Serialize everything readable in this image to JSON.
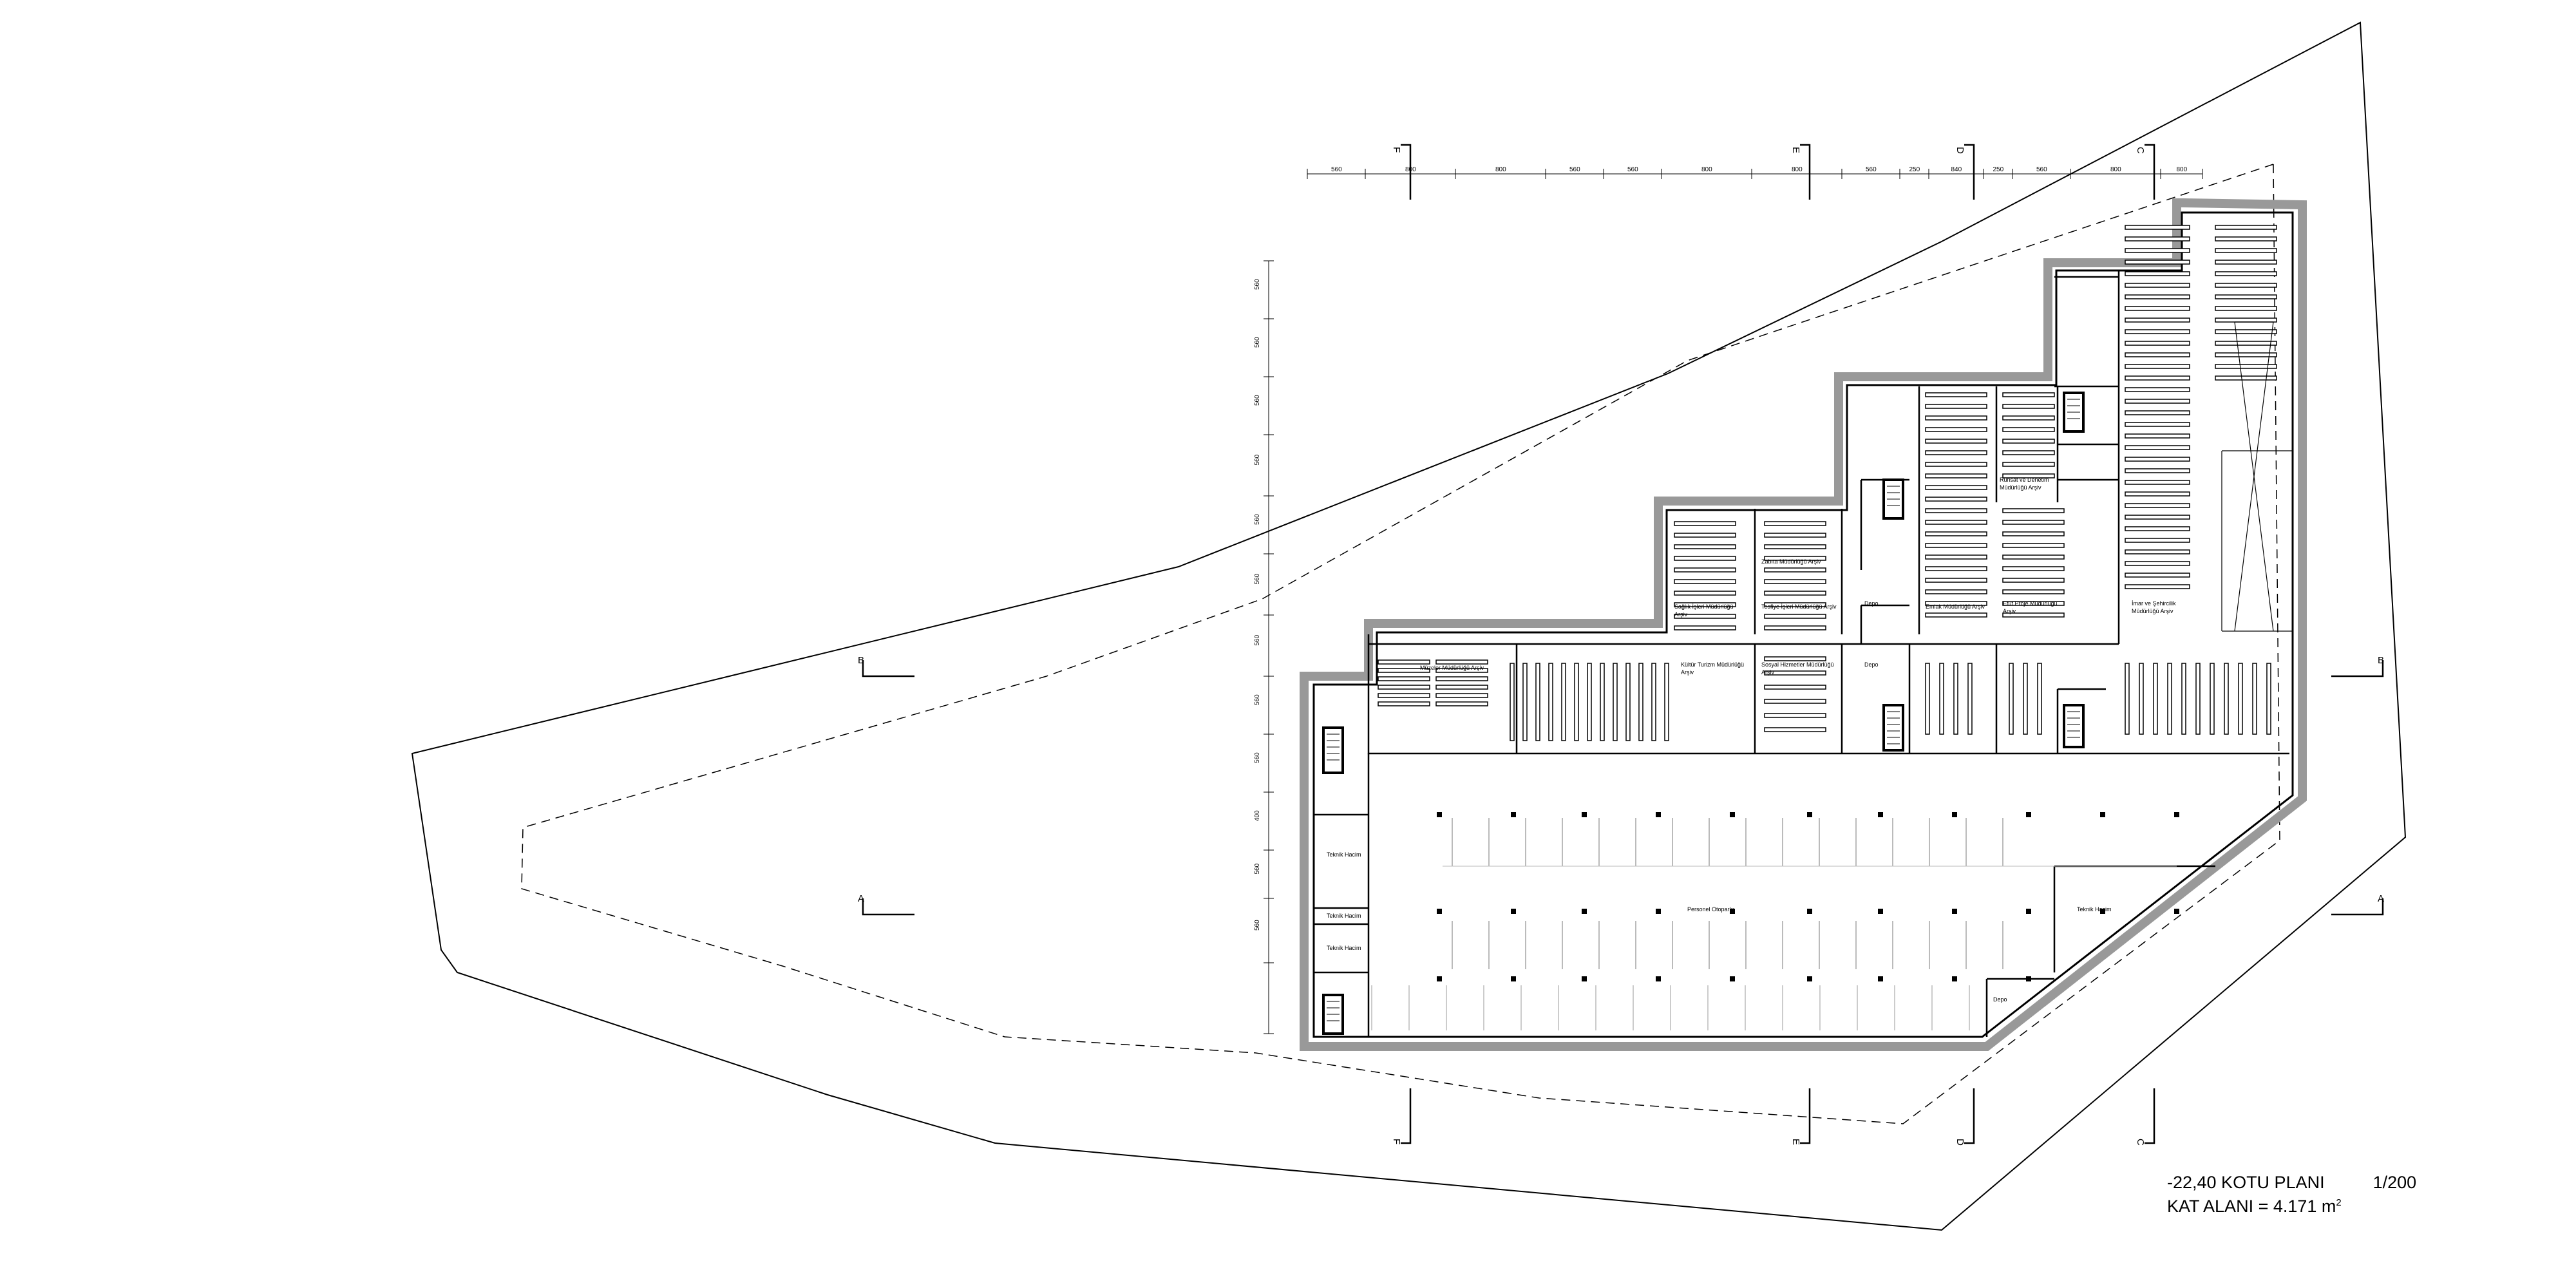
{
  "title_block": {
    "plan_name": "-22,40 KOTU PLANI",
    "scale": "1/200",
    "area_prefix": "KAT ALANI = 4.171 m",
    "area_sup": "2"
  },
  "axes": {
    "top": [
      "F",
      "E",
      "D",
      "C"
    ],
    "bottom": [
      "F",
      "E",
      "D",
      "C"
    ]
  },
  "sections": {
    "b_left": "B",
    "b_right": "B",
    "a_left": "A",
    "a_right": "A"
  },
  "dimensions": {
    "top": [
      "560",
      "800",
      "800",
      "560",
      "560",
      "800",
      "800",
      "560",
      "250",
      "840",
      "250",
      "560",
      "800",
      "800"
    ],
    "left": [
      "560",
      "560",
      "560",
      "560",
      "560",
      "560",
      "560",
      "560",
      "560",
      "400",
      "560",
      "560"
    ]
  },
  "rooms": {
    "teknik_1": "Teknik Hacim",
    "teknik_2": "Teknik Hacim",
    "teknik_3": "Teknik Hacim",
    "teknik_4": "Teknik Hacim",
    "otopark": "Personel Otoparkı",
    "depo_1": "Depo",
    "depo_2": "Depo",
    "depo_3": "Depo",
    "muze_arsiv": "Müzeler Müdürlüğü Arşiv",
    "kultur_arsiv_1": "Kültür Turizm Müdürlüğü",
    "kultur_arsiv_2": "Arşiv",
    "sosyal_arsiv_1": "Sosyal Hizmetler Müdürlüğü",
    "sosyal_arsiv_2": "Arşiv",
    "saglik_arsiv_1": "Sağlık İşleri Müdürlüğü",
    "saglik_arsiv_2": "Arşiv",
    "tesfiye_arsiv": "Tesfiye İşleri Müdürlüğü Arşiv",
    "zabita_arsiv": "Zabıta Müdürlüğü Arşiv",
    "emlak_arsiv": "Emlak Müdürlüğü Arşiv",
    "ruhsat_arsiv_1": "Ruhsat ve Denetim",
    "ruhsat_arsiv_2": "Müdürlüğü Arşiv",
    "etut_arsiv_1": "Etüt Proje Müdürlüğü",
    "etut_arsiv_2": "Arşiv",
    "imar_arsiv_1": "İmar ve Şehircilik",
    "imar_arsiv_2": "Müdürlüğü Arşiv"
  }
}
